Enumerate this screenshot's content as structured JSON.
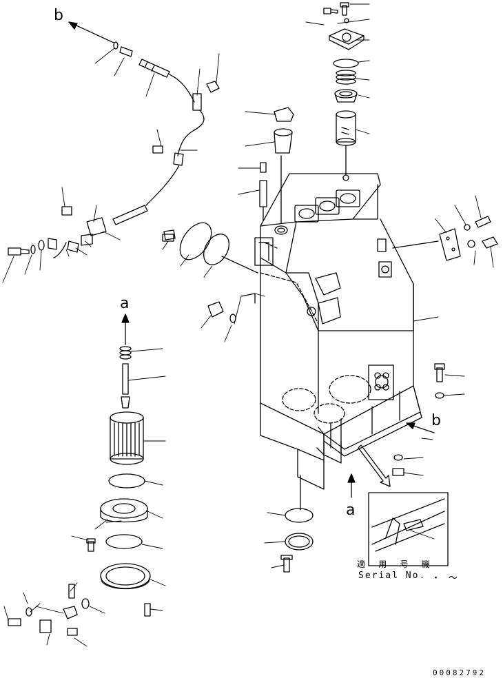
{
  "labels": {
    "b_top": "b",
    "b_right": "b",
    "a_left": "a",
    "a_bottom": "a",
    "serial_title": "適 用 号 機",
    "serial_no": "Serial No.",
    "serial_tilde": "・ ～",
    "doc_number": "00082792"
  }
}
